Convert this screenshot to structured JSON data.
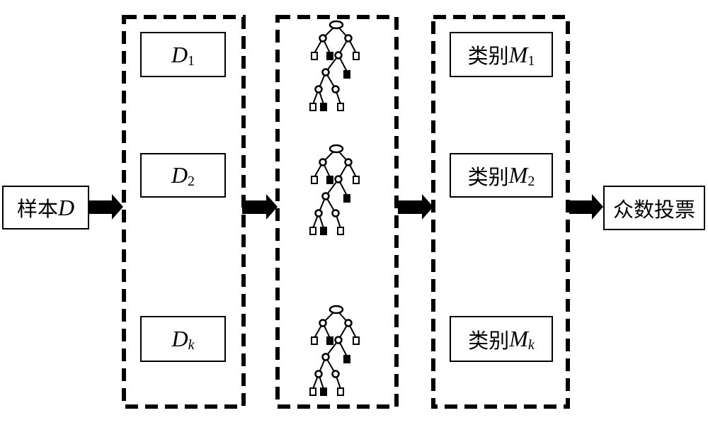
{
  "diagram": {
    "type": "random-forest-flow",
    "input": {
      "label_cn": "样本",
      "label_var": "D"
    },
    "subsets": [
      {
        "var": "D",
        "sub": "1",
        "sub_italic": false
      },
      {
        "var": "D",
        "sub": "2",
        "sub_italic": false
      },
      {
        "var": "D",
        "sub": "k",
        "sub_italic": true
      }
    ],
    "trees": [
      {
        "name": "decision-tree-1"
      },
      {
        "name": "decision-tree-2"
      },
      {
        "name": "decision-tree-k"
      }
    ],
    "classes": [
      {
        "label_cn": "类别",
        "var": "M",
        "sub": "1",
        "sub_italic": false
      },
      {
        "label_cn": "类别",
        "var": "M",
        "sub": "2",
        "sub_italic": false
      },
      {
        "label_cn": "类别",
        "var": "M",
        "sub": "k",
        "sub_italic": true
      }
    ],
    "output": {
      "label": "众数投票"
    },
    "arrow_icon": "right-block-arrow-icon",
    "colors": {
      "stroke": "#000000",
      "background": "#ffffff"
    }
  }
}
